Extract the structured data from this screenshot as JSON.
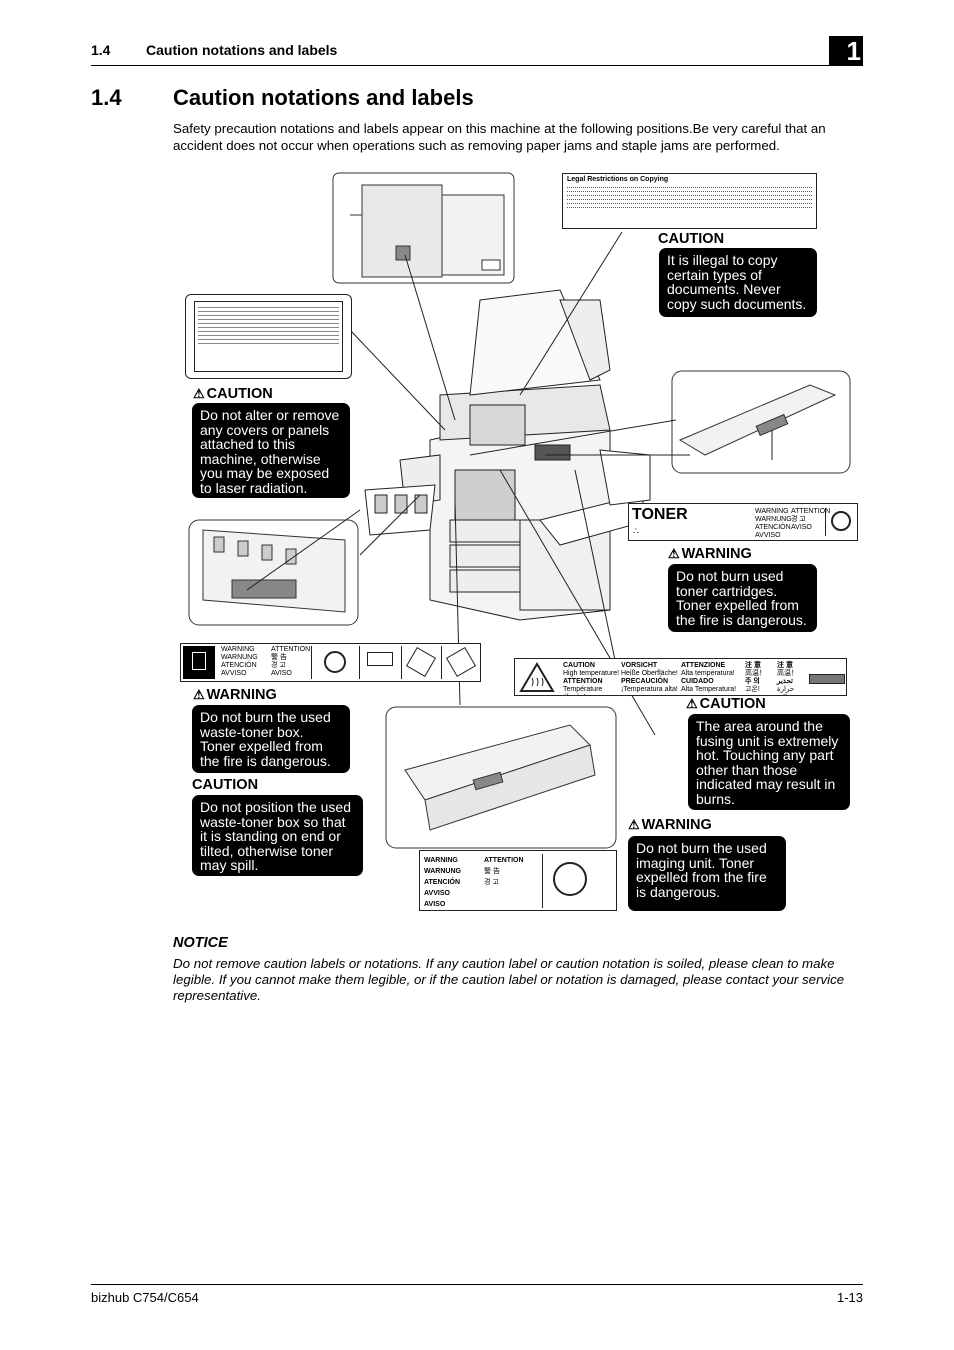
{
  "header": {
    "section_number": "1.4",
    "section_title": "Caution notations and labels",
    "chapter_number": "1"
  },
  "main": {
    "heading_number": "1.4",
    "heading_title": "Caution notations and labels",
    "intro": "Safety precaution notations and labels appear on this machine at the following positions.Be very careful that an accident does not occur when operations such as removing paper jams and staple jams are performed."
  },
  "figure": {
    "copy_label": {
      "title": "Legal Restrictions on Copying",
      "heading": "CAUTION",
      "message": "It is illegal to copy certain types of documents. Never copy such documents."
    },
    "laser_label": {
      "heading": "CAUTION",
      "message": "Do not alter or remove any covers or panels attached to this machine, otherwise you may be exposed to laser radiation."
    },
    "toner_label": {
      "word": "TONER",
      "lines": [
        "WARNING",
        "WARNUNG",
        "ATENCIÓN",
        "AVVISO",
        "AVISO",
        "ATTENTION",
        "경 고"
      ],
      "heading": "WARNING",
      "message": "Do not burn used toner cartridges. Toner expelled from the fire is dangerous."
    },
    "waste_label": {
      "lines": [
        "WARNING",
        "WARNUNG",
        "ATENCIÓN",
        "AVVISO",
        "AVISO",
        "ATTENTION",
        "警 告",
        "경 고"
      ],
      "heading_warning": "WARNING",
      "message_warning": "Do not burn the used waste-toner box. Toner expelled from the fire is dangerous.",
      "heading_caution": "CAUTION",
      "message_caution": "Do not position the used waste-toner box so that it is standing on end or tilted, otherwise toner may spill."
    },
    "fusing_label": {
      "cols": [
        [
          "CAUTION",
          "High temperature!",
          "ATTENTION",
          "Température élevée!"
        ],
        [
          "VORSICHT",
          "Heiße Oberfläche!",
          "PRECAUCIÓN",
          "¡Temperatura alta!"
        ],
        [
          "ATTENZIONE",
          "Alta temperatura!",
          "CUIDADO",
          "Alta Temperatura!"
        ],
        [
          "注 意",
          "高温！",
          "주 의",
          "고온!"
        ],
        [
          "注 意",
          "高温！",
          "تحذير",
          "حرارة عالية"
        ]
      ],
      "heading": "CAUTION",
      "message": "The area around the fusing unit is extremely hot. Touching any part other than those indicated may result in burns."
    },
    "imaging_label": {
      "lines": [
        "WARNING",
        "WARNUNG",
        "ATENCIÓN",
        "AVVISO",
        "AVISO",
        "ATTENTION",
        "警 告",
        "경 고"
      ],
      "heading": "WARNING",
      "message": "Do not burn the used imaging unit. Toner expelled from the fire is dangerous."
    }
  },
  "notice": {
    "heading": "NOTICE",
    "text": "Do not remove caution labels or notations. If any caution label or caution notation is soiled, please clean to make legible. If you cannot make them legible, or if the caution label or notation is damaged, please contact your service representative."
  },
  "footer": {
    "model": "bizhub C754/C654",
    "page": "1-13"
  },
  "colors": {
    "text": "#000000",
    "label_fill": "#bfbfbf",
    "callout_fill": "#000000"
  }
}
